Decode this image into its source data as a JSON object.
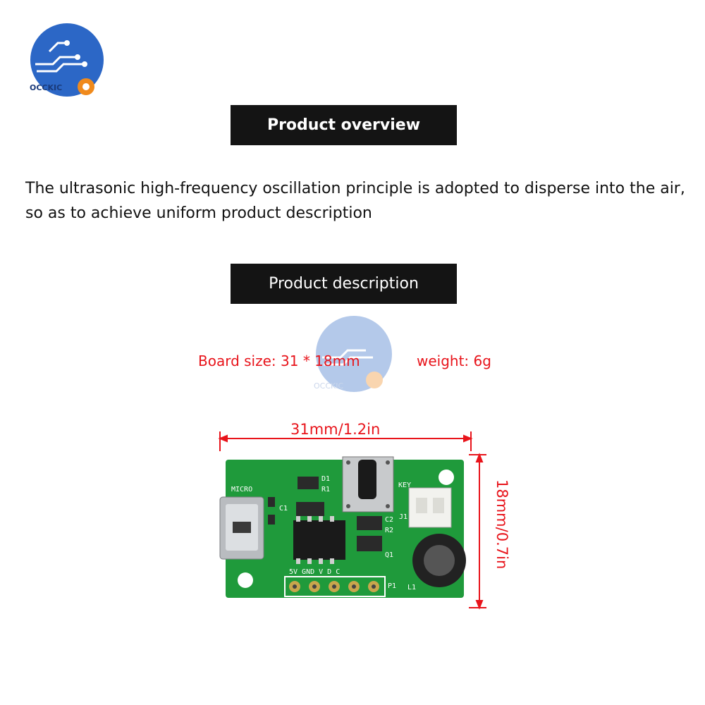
{
  "logo": {
    "text": "OCCKIC"
  },
  "watermark": {
    "text": "OCCKIC"
  },
  "banners": {
    "overview": "Product overview",
    "description": "Product description"
  },
  "overview_text": "The ultrasonic high-frequency oscillation principle is adopted to disperse into the air, so as to achieve uniform product description",
  "specs": {
    "board_size": "Board size: 31 * 18mm",
    "weight": "weight: 6g"
  },
  "dimensions": {
    "width_label": "31mm/1.2in",
    "height_label": "18mm/0.7in"
  },
  "silkscreen": {
    "micro": "MICRO",
    "key": "KEY",
    "d1": "D1",
    "r1": "R1",
    "c1": "C1",
    "c2": "C2",
    "r2": "R2",
    "j1": "J1",
    "q1": "Q1",
    "p1": "P1",
    "l1": "L1",
    "pins": "5V  GND  V   D   C"
  },
  "colors": {
    "accent_red": "#e8141b",
    "banner_bg": "#141414",
    "pcb_green": "#1f9a3b",
    "logo_blue": "#2c67c6",
    "gear_orange": "#f08a1c"
  }
}
